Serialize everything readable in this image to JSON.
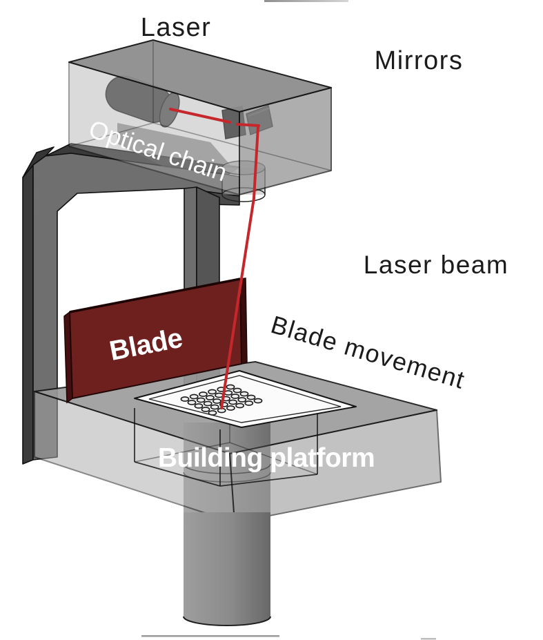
{
  "labels": {
    "laser": "Laser",
    "mirrors": "Mirrors",
    "optical_chain": "Optical chain",
    "laser_beam": "Laser beam",
    "blade": "Blade",
    "blade_movement": "Blade movement",
    "building_platform": "Building platform"
  },
  "colors": {
    "laser_beam_red": "#c5272b",
    "blade_maroon": "#6e201f",
    "machine_gray": "#8f8f8f",
    "label_black": "#1b1b1b",
    "label_white": "#ffffff"
  }
}
